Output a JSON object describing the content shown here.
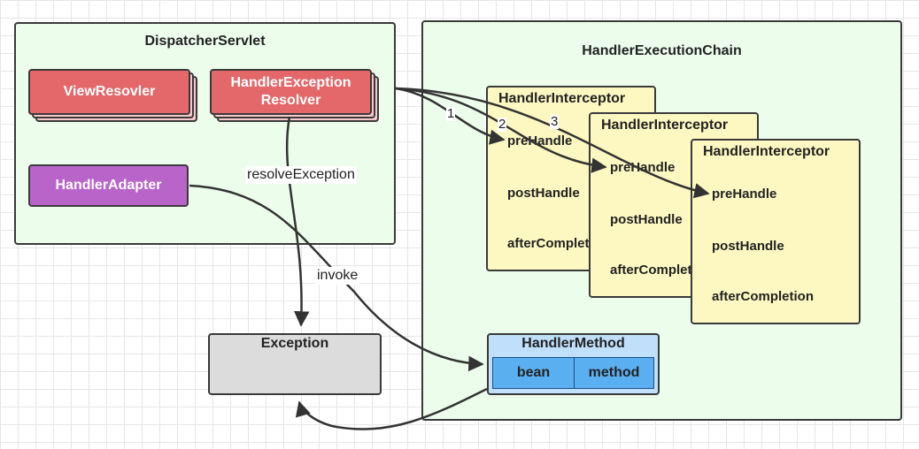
{
  "dispatcher": {
    "title": "DispatcherServlet",
    "view_resolver": "ViewResovler",
    "exception_resolver_line1": "HandlerException",
    "exception_resolver_line2": "Resolver",
    "handler_adapter": "HandlerAdapter"
  },
  "exception": {
    "title": "Exception"
  },
  "chain": {
    "title": "HandlerExecutionChain",
    "interceptors": [
      {
        "title": "HandlerInterceptor",
        "pre": "preHandle",
        "post": "postHandle",
        "after": "afterCompletion"
      },
      {
        "title": "HandlerInterceptor",
        "pre": "preHandle",
        "post": "postHandle",
        "after": "afterCompletion"
      },
      {
        "title": "HandlerInterceptor",
        "pre": "preHandle",
        "post": "postHandle",
        "after": "afterCompletion"
      }
    ],
    "handler_method": {
      "title": "HandlerMethod",
      "bean": "bean",
      "method": "method"
    }
  },
  "edges": {
    "resolve_exception": "resolveException",
    "invoke": "invoke",
    "step1": "1",
    "step2": "2",
    "step3": "3"
  },
  "colors": {
    "container_fill": "#ecfdec",
    "resolver_red": "#e4686a",
    "adapter_purple": "#b864c9",
    "interceptor_yellow": "#fdf8c2",
    "method_blue": "#bfdffb",
    "cell_blue": "#5aaff0",
    "exception_gray": "#dcdcdc"
  }
}
